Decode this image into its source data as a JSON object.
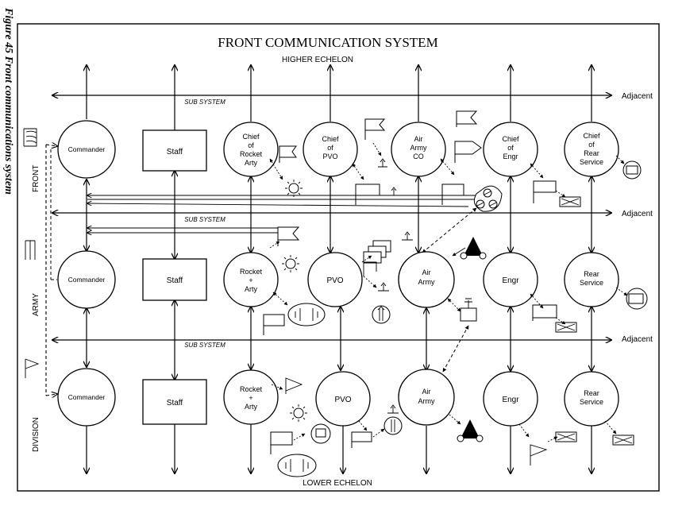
{
  "figure_caption": "Figure 45 Front communications system",
  "title": "FRONT COMMUNICATION SYSTEM",
  "higher_echelon": "HIGHER ECHELON",
  "lower_echelon": "LOWER ECHELON",
  "sub_system_label": "SUB SYSTEM",
  "adjacent_label": "Adjacent",
  "levels": {
    "front": "FRONT",
    "army": "ARMY",
    "division": "DIVISION"
  },
  "front_row": {
    "commander": "Commander",
    "staff": "Staff",
    "rocket_arty": [
      "Chief",
      "of",
      "Rocket",
      "Arty"
    ],
    "pvo": [
      "Chief",
      "of",
      "PVO"
    ],
    "air": [
      "Air",
      "Army",
      "CO"
    ],
    "engr": [
      "Chief",
      "of",
      "Engr"
    ],
    "rear": [
      "Chief",
      "of",
      "Rear",
      "Service"
    ]
  },
  "army_row": {
    "commander": "Commander",
    "staff": "Staff",
    "rocket_arty": [
      "Rocket",
      "+",
      "Arty"
    ],
    "pvo": [
      "PVO"
    ],
    "air": [
      "Air",
      "Army"
    ],
    "engr": [
      "Engr"
    ],
    "rear": [
      "Rear",
      "Service"
    ]
  },
  "division_row": {
    "commander": "Commander",
    "staff": "Staff",
    "rocket_arty": [
      "Rocket",
      "+",
      "Arty"
    ],
    "pvo": [
      "PVO"
    ],
    "air": [
      "Air",
      "Army"
    ],
    "engr": [
      "Engr"
    ],
    "rear": [
      "Rear",
      "Service"
    ]
  },
  "icons": {
    "flag": "flag-icon",
    "antenna": "antenna-station-icon",
    "radar": "radar-sun-icon",
    "missile": "missile-launcher-icon",
    "relay": "relay-node-icon",
    "aircraft": "aircraft-triangle-icon",
    "cable": "cable-junction-icon"
  }
}
